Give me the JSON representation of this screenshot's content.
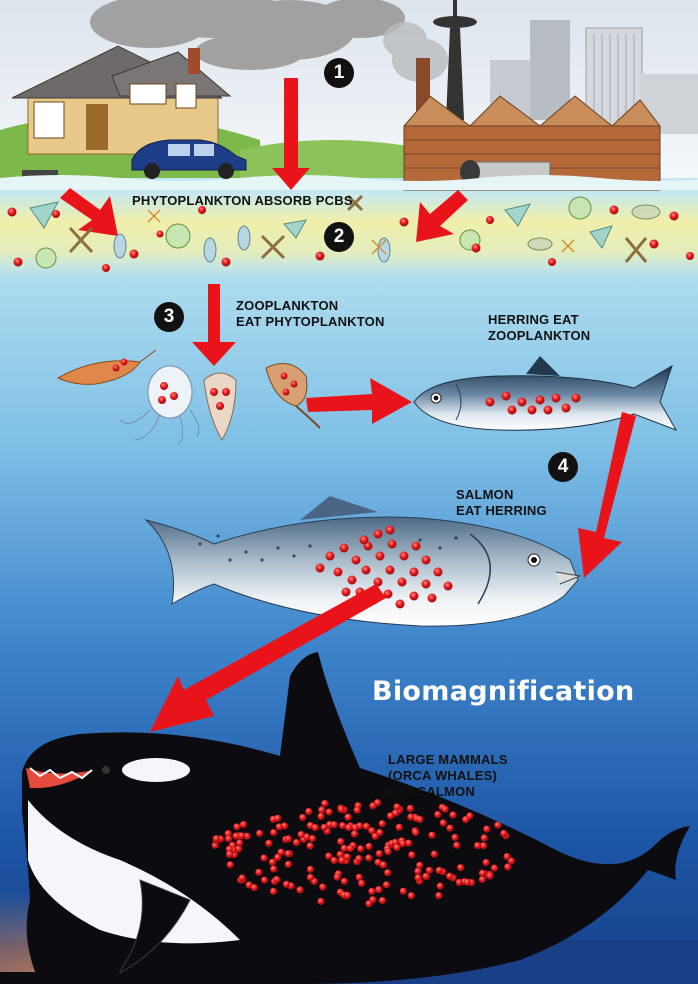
{
  "title": "Biomagnification",
  "steps": [
    {
      "number": "1",
      "lines": []
    },
    {
      "number": "2",
      "lines": [
        "PHYTOPLANKTON ABSORB PCBs"
      ]
    },
    {
      "number": "3",
      "lines": [
        "ZOOPLANKTON",
        "EAT PHYTOPLANKTON"
      ]
    },
    {
      "number": "4",
      "lines": [
        "SALMON",
        "EAT HERRING"
      ]
    }
  ],
  "herring_label": [
    "HERRING EAT",
    "ZOOPLANKTON"
  ],
  "orca_label": [
    "LARGE MAMMALS",
    "(ORCA WHALES)",
    "EAT SALMON"
  ],
  "colors": {
    "pcb_dot": "#e3171c",
    "arrow": "#e8141a",
    "water_top": "#d8f1f5",
    "water_deep": "#1a4fa0",
    "orca": "#0c0c10"
  }
}
